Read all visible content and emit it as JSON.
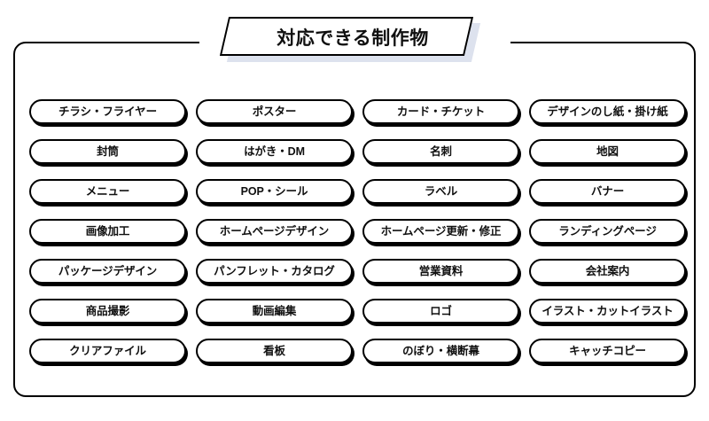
{
  "banner": {
    "title": "対応できる制作物",
    "fill_color": "#ffffff",
    "accent_color": "#dde2ee",
    "outline_color": "#000000"
  },
  "frame": {
    "outline_color": "#000000",
    "background_color": "#ffffff"
  },
  "grid": {
    "columns": 4,
    "rows": 7,
    "chip_border_color": "#000000",
    "chip_fill_color": "#ffffff",
    "chip_shadow_color": "#000000",
    "items": [
      "チラシ・フライヤー",
      "ポスター",
      "カード・チケット",
      "デザインのし紙・掛け紙",
      "封筒",
      "はがき・DM",
      "名刺",
      "地図",
      "メニュー",
      "POP・シール",
      "ラベル",
      "バナー",
      "画像加工",
      "ホームページデザイン",
      "ホームページ更新・修正",
      "ランディングページ",
      "パッケージデザイン",
      "パンフレット・カタログ",
      "営業資料",
      "会社案内",
      "商品撮影",
      "動画編集",
      "ロゴ",
      "イラスト・カットイラスト",
      "クリアファイル",
      "看板",
      "のぼり・横断幕",
      "キャッチコピー"
    ]
  }
}
